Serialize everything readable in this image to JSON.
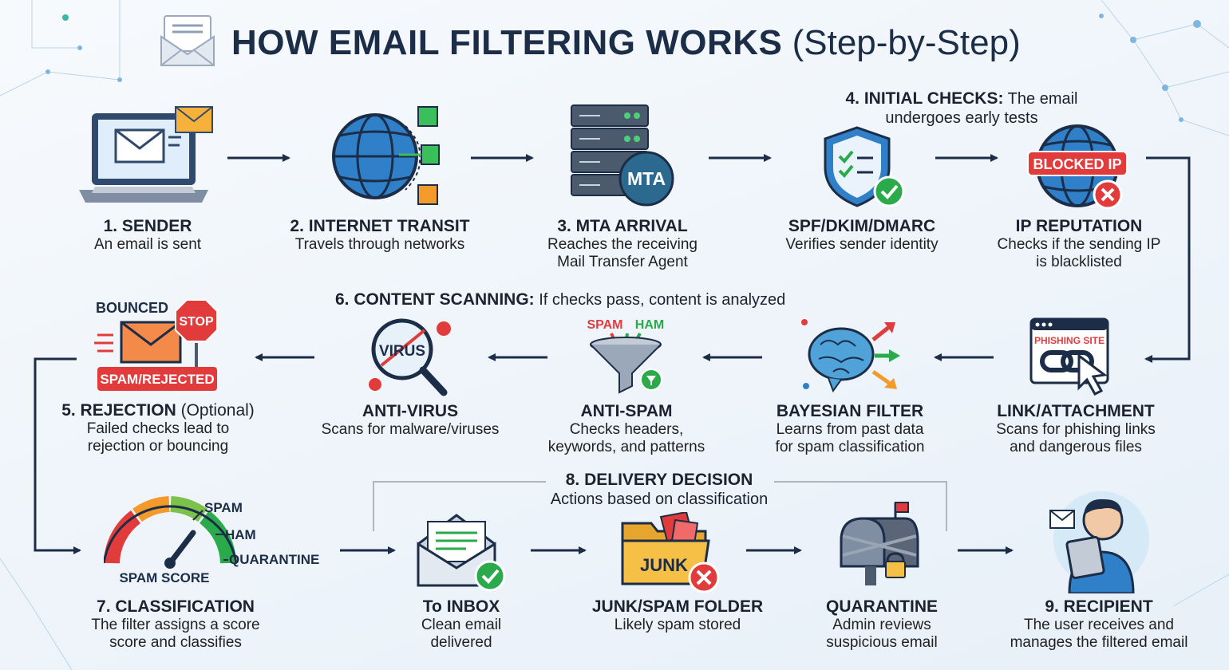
{
  "title": {
    "main": "HOW EMAIL FILTERING WORKS",
    "sub": "(Step-by-Step)"
  },
  "steps": {
    "sender": {
      "title": "1. SENDER",
      "desc": "An email is sent"
    },
    "transit": {
      "title": "2. INTERNET TRANSIT",
      "desc": "Travels through networks"
    },
    "mta": {
      "title": "3. MTA ARRIVAL",
      "desc1": "Reaches the receiving",
      "desc2": "Mail Transfer Agent",
      "icon_label": "MTA"
    },
    "initial": {
      "title": "4. INITIAL CHECKS:",
      "desc1": "The email",
      "desc2": "undergoes early tests"
    },
    "spf": {
      "title": "SPF/DKIM/DMARC",
      "desc": "Verifies sender identity"
    },
    "ip": {
      "title": "IP REPUTATION",
      "desc1": "Checks if the sending IP",
      "desc2": "is blacklisted",
      "badge": "BLOCKED IP"
    },
    "content": {
      "title": "6. CONTENT SCANNING:",
      "desc": "If checks pass, content is analyzed"
    },
    "link": {
      "title": "LINK/ATTACHMENT",
      "desc1": "Scans for phishing links",
      "desc2": "and dangerous files",
      "badge": "PHISHING SITE"
    },
    "bayes": {
      "title": "BAYESIAN FILTER",
      "desc1": "Learns from past data",
      "desc2": "for spam classification"
    },
    "antispam": {
      "title": "ANTI-SPAM",
      "desc1": "Checks headers,",
      "desc2": "keywords, and patterns",
      "spam_label": "SPAM",
      "ham_label": "HAM"
    },
    "antivirus": {
      "title": "ANTI-VIRUS",
      "desc": "Scans for malware/viruses",
      "icon_label": "VIRUS"
    },
    "rejection": {
      "title": "5. REJECTION",
      "title_opt": "(Optional)",
      "desc1": "Failed checks lead to",
      "desc2": "rejection or bouncing",
      "bounced": "BOUNCED",
      "stop": "STOP",
      "banner": "SPAM/REJECTED"
    },
    "classification": {
      "title": "7. CLASSIFICATION",
      "desc1": "The filter assigns a score",
      "desc2": "score and classifies",
      "gauge_spam": "SPAM",
      "gauge_ham": "HAM",
      "gauge_quarantine": "QUARANTINE",
      "gauge_caption": "SPAM SCORE"
    },
    "delivery": {
      "title": "8. DELIVERY DECISION",
      "desc": "Actions based on classification"
    },
    "inbox": {
      "title": "To INBOX",
      "desc1": "Clean email",
      "desc2": "delivered"
    },
    "junk": {
      "title": "JUNK/SPAM FOLDER",
      "desc": "Likely spam stored",
      "folder_label": "JUNK"
    },
    "quarantine": {
      "title": "QUARANTINE",
      "desc1": "Admin reviews",
      "desc2": "suspicious email"
    },
    "recipient": {
      "title": "9. RECIPIENT",
      "desc1": "The user receives and",
      "desc2": "manages the filtered email"
    }
  },
  "colors": {
    "navy": "#1c2d48",
    "blue": "#2f80c8",
    "red": "#e23b3b",
    "green": "#2aaa4a",
    "orange": "#f39a2b"
  }
}
